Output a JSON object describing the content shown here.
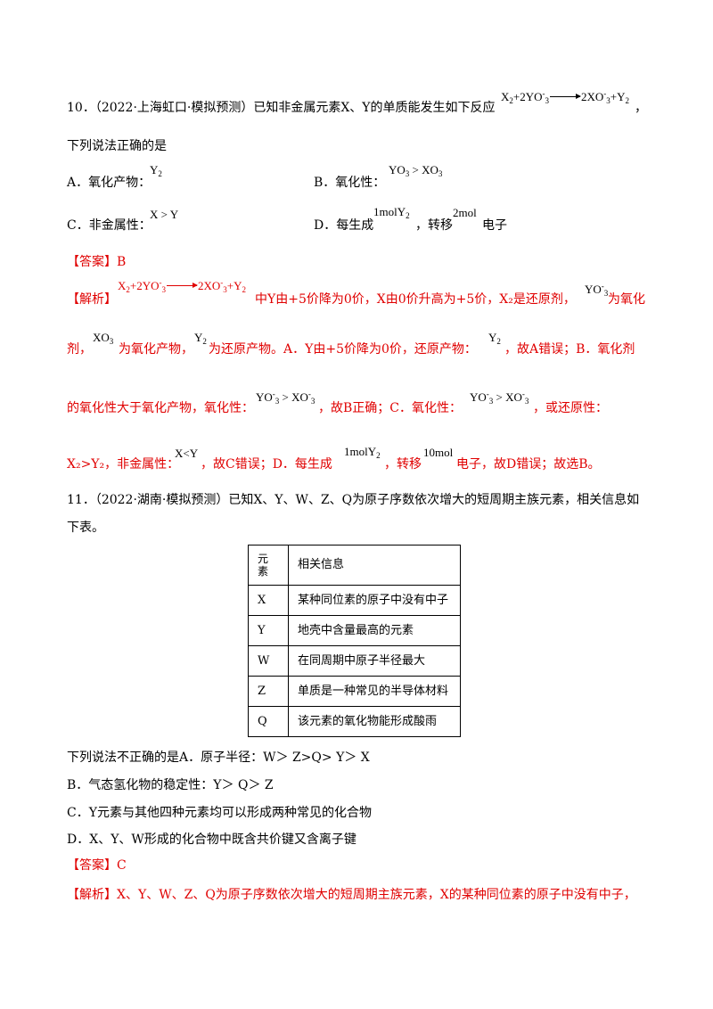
{
  "q10": {
    "stem": "10．（2022·上海虹口·模拟预测）已知非金属元素X、Y的单质能发生如下反应",
    "stem_tail": "，",
    "line2": "下列说法正确的是",
    "a_label": "A．氧化产物：",
    "b_label": "B．氧化性：",
    "c_label": "C．非金属性：",
    "c_formula": "X > Y",
    "d_label": "D．每生成",
    "d_mid": "，转移",
    "d_qty": "2mol",
    "d_end": "电子",
    "answer": "【答案】B",
    "analysis_tag": "【解析】",
    "a1": "中Y由+5价降为0价，X由0价升高为+5价，X₂是还原剂，",
    "a1_end": "为氧化",
    "a2_start": "剂，",
    "a2_mid1": "为氧化产物，",
    "a2_mid2": "为还原产物。A．Y由+5价降为0价，还原产物：",
    "a2_end": "，故A错误；B．氧化剂",
    "a3_start": "的氧化性大于氧化产物，氧化性：",
    "a3_mid": "，故B正确；C．氧化性：",
    "a3_end": "，或还原性：",
    "a4_start": "X₂>Y₂，非金属性：",
    "a4_formula": "X<Y",
    "a4_mid": "，故C错误；D．每生成",
    "a4_mid2": "，转移",
    "a4_qty": "10mol",
    "a4_end": "电子，故D错误；故选B。"
  },
  "q11": {
    "stem1": "11．（2022·湖南·模拟预测）已知X、Y、W、Z、Q为原子序数依次增大的短周期主族元素，相关信息如",
    "stem2": "下表。",
    "table": {
      "header": [
        "元素",
        "相关信息"
      ],
      "rows": [
        [
          "X",
          "某种同位素的原子中没有中子"
        ],
        [
          "Y",
          "地壳中含量最高的元素"
        ],
        [
          "W",
          "在同周期中原子半径最大"
        ],
        [
          "Z",
          "单质是一种常见的半导体材料"
        ],
        [
          "Q",
          "该元素的氧化物能形成酸雨"
        ]
      ]
    },
    "opt_a": "下列说法不正确的是A．原子半径：W＞ Z>Q> Y＞ X",
    "opt_b": "B．气态氢化物的稳定性：Y＞ Q＞ Z",
    "opt_c": "C．Y元素与其他四种元素均可以形成两种常见的化合物",
    "opt_d": "D．X、Y、W形成的化合物中既含共价键又含离子键",
    "answer": "【答案】C",
    "analysis": "【解析】X、Y、W、Z、Q为原子序数依次增大的短周期主族元素，X的某种同位素的原子中没有中子，"
  }
}
